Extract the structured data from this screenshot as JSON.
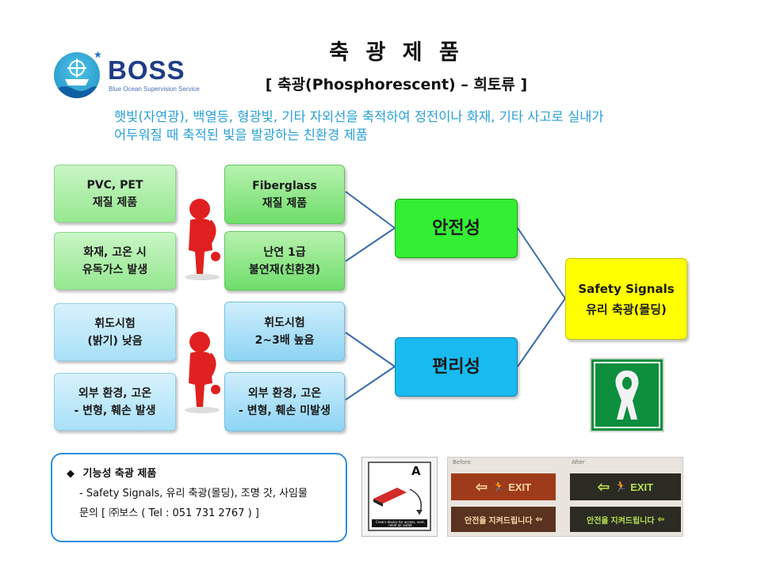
{
  "logo": {
    "name": "BOSS",
    "tagline": "Blue Ocean Supervision Service"
  },
  "title": "축 광 제 품",
  "subtitle": "[ 축광(Phosphorescent) – 희토류 ]",
  "description": {
    "line1": "햇빛(자연광), 백열등, 형광빛, 기타 자외선을 축적하여 정전이나 화재, 기타 사고로 실내가",
    "line2": "어두워질 때 축적된 빛을 발광하는 친환경 제품"
  },
  "left_boxes": [
    {
      "line1": "PVC, PET",
      "line2": "재질 제품"
    },
    {
      "line1": "화재, 고온 시",
      "line2": "유독가스 발생"
    },
    {
      "line1": "휘도시험",
      "line2": "(밝기) 낮음"
    },
    {
      "line1": "외부 환경, 고온",
      "line2": "- 변형, 훼손 발생"
    }
  ],
  "right_boxes": [
    {
      "line1": "Fiberglass",
      "line2": "재질 제품"
    },
    {
      "line1": "난연 1급",
      "line2": "불연재(친환경)"
    },
    {
      "line1": "휘도시험",
      "line2": "2~3배 높음"
    },
    {
      "line1": "외부 환경, 고온",
      "line2": "- 변형, 훼손 미발생"
    }
  ],
  "safety_label": "안전성",
  "convenience_label": "편리성",
  "result": {
    "line1": "Safety Signals",
    "line2": "유리 축광(몰딩)"
  },
  "info": {
    "bullet": "◆",
    "heading": "기능성 축광 제품",
    "line1": "- Safety Signals, 유리 축광(몰딩), 조명 갓, 사임물",
    "line2": "문의 [ ㈜보스 ( Tel : 051 731 2767 ) ]"
  },
  "photos": {
    "card_letter": "A",
    "card_caption": "Crew's device for access, vent, relief air outlet",
    "before_label": "Before",
    "after_label": "After",
    "exit_text": "EXIT",
    "korean_sign": "안전을 지켜드립니다"
  },
  "colors": {
    "connector": "#3b6bb0",
    "accent_blue": "#2aa0d8",
    "green": "#33ee33",
    "blue": "#19baf0",
    "yellow": "#ffff00"
  }
}
